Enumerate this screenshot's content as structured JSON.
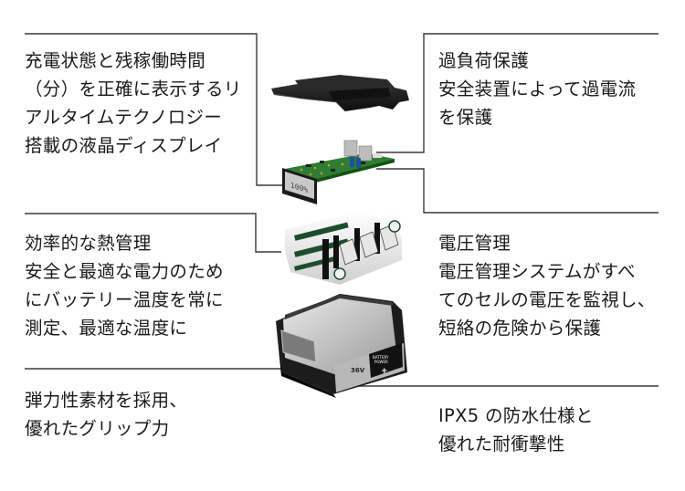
{
  "diagram": {
    "subject": "Exploded view of battery pack",
    "components": [
      {
        "name": "Top cover"
      },
      {
        "name": "Circuit board with LCD display",
        "display_readout": "100%"
      },
      {
        "name": "Battery cell pack"
      },
      {
        "name": "Housing",
        "label_voltage": "36V",
        "label_brand": "BATTERY POWER+"
      }
    ]
  },
  "callouts": {
    "lcd": {
      "lines": [
        "充電状態と残稼働時間",
        "（分）を正確に表示するリ",
        "アルタイムテクノロジー",
        "搭載の液晶ディスプレイ"
      ]
    },
    "overload": {
      "lines": [
        "過負荷保護",
        "安全装置によって過電流",
        "を保護"
      ]
    },
    "thermal": {
      "lines": [
        "効率的な熱管理",
        "安全と最適な電力のため",
        "にバッテリー温度を常に",
        "測定、最適な温度に"
      ]
    },
    "voltage": {
      "lines": [
        "電圧管理",
        "電圧管理システムがすべ",
        "てのセルの電圧を監視し、",
        "短絡の危険から保護"
      ]
    },
    "grip": {
      "lines": [
        "弾力性素材を採用、",
        "優れたグリップ力"
      ]
    },
    "waterproof": {
      "lines": [
        "IPX5 の防水仕様と",
        "優れた耐衝撃性"
      ]
    }
  },
  "colors": {
    "line": "#3a3a3a",
    "text": "#1a1a1a",
    "pcb_green": "#2e7d32",
    "housing_black": "#1c1c1c",
    "housing_gray": "#b8b8b8"
  }
}
